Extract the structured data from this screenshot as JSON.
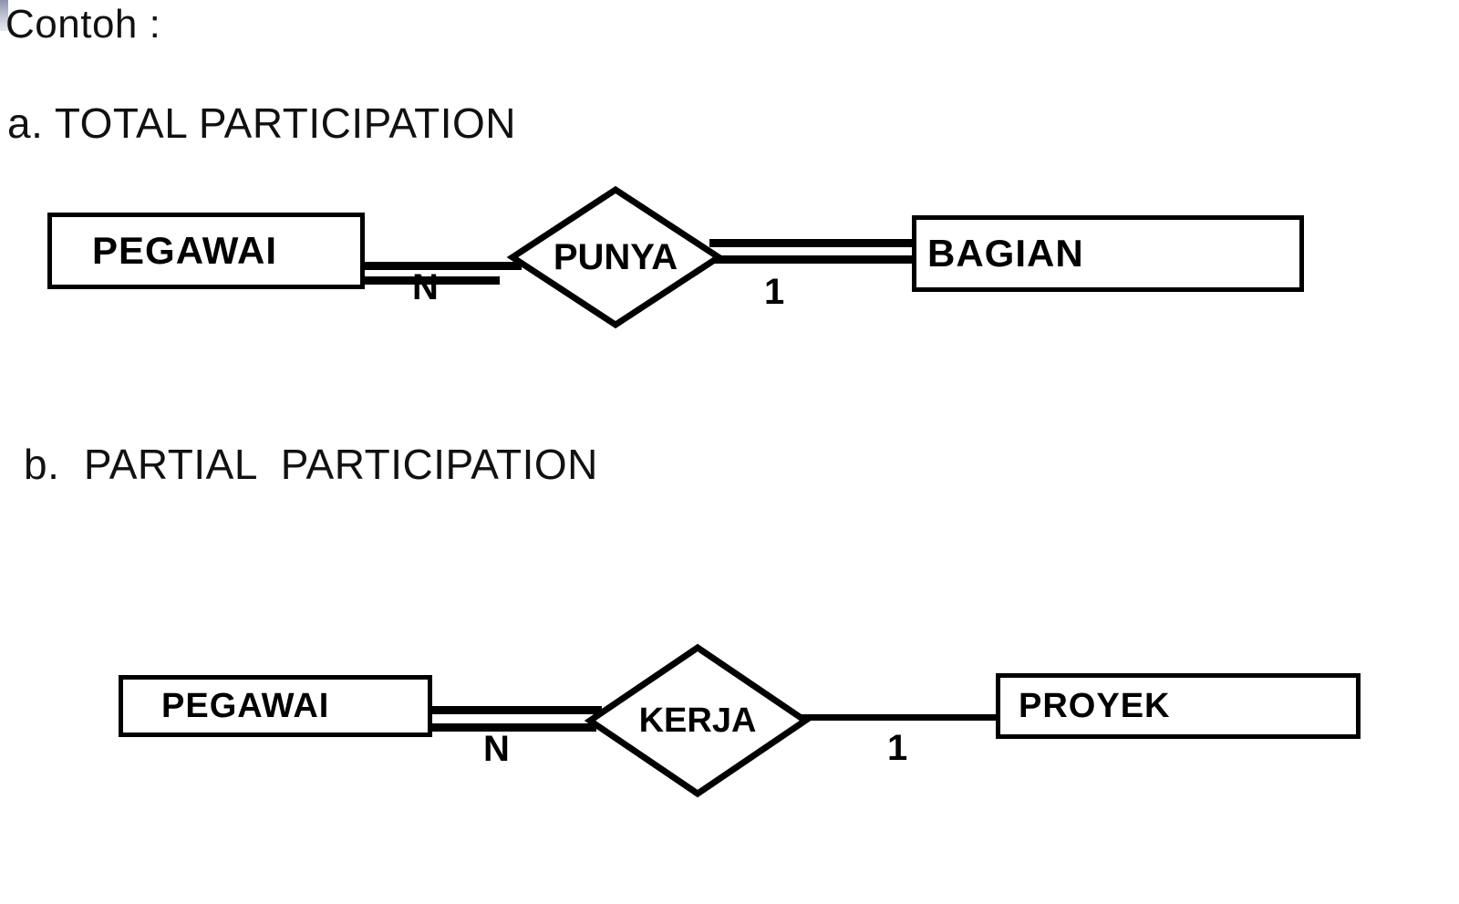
{
  "document": {
    "intro_label": "Contoh :",
    "sections": [
      {
        "key": "a",
        "heading": "a. TOTAL PARTICIPATION",
        "diagram": {
          "left_entity": "PEGAWAI",
          "relationship": "PUNYA",
          "right_entity": "BAGIAN",
          "left_cardinality": "N",
          "right_cardinality": "1",
          "left_line_style": "double",
          "right_line_style": "double"
        }
      },
      {
        "key": "b",
        "heading": "b.  PARTIAL  PARTICIPATION",
        "diagram": {
          "left_entity": "PEGAWAI",
          "relationship": "KERJA",
          "right_entity": "PROYEK",
          "left_cardinality": "N",
          "right_cardinality": "1",
          "left_line_style": "double",
          "right_line_style": "single"
        }
      }
    ]
  },
  "colors": {
    "ink": "#000000",
    "page_background": "#ffffff",
    "artifact": "#8d93ad"
  }
}
